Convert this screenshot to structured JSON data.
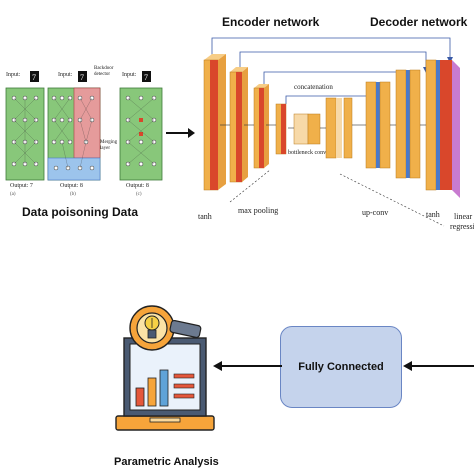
{
  "left_panel": {
    "caption": "Data poisoning Data",
    "networks": [
      {
        "input_label": "Input:",
        "output_label": "Output: 7",
        "sub_label": "(a)"
      },
      {
        "input_label": "Input:",
        "output_label": "Output: 8",
        "sub_label": "(b)",
        "annotation_top": "Backdoor detector",
        "annotation_mid": "Merging layer"
      },
      {
        "input_label": "Input:",
        "output_label": "Output: 8",
        "sub_label": "(c)"
      }
    ],
    "digit": "7"
  },
  "unet": {
    "encoder_title": "Encoder network",
    "decoder_title": "Decoder network",
    "concatenation": "concatenation",
    "bottleneck": "bottleneck conv",
    "max_pooling": "max pooling",
    "up_conv": "up-conv",
    "tanh_left": "tanh",
    "tanh_right": "tanh",
    "linear": "linear",
    "regression": "regressio"
  },
  "bottom": {
    "fully_connected": "Fully Connected",
    "parametric_analysis": "Parametric Analysis"
  },
  "colors": {
    "box_fill": "#c5d3ec",
    "box_border": "#6a86c4",
    "net_green": "#88c77a",
    "net_red": "#e59b9b",
    "net_blue": "#9cc4ec",
    "unet_orange": "#f0b04a",
    "unet_red": "#d9472b",
    "unet_blue": "#4a79c9"
  }
}
